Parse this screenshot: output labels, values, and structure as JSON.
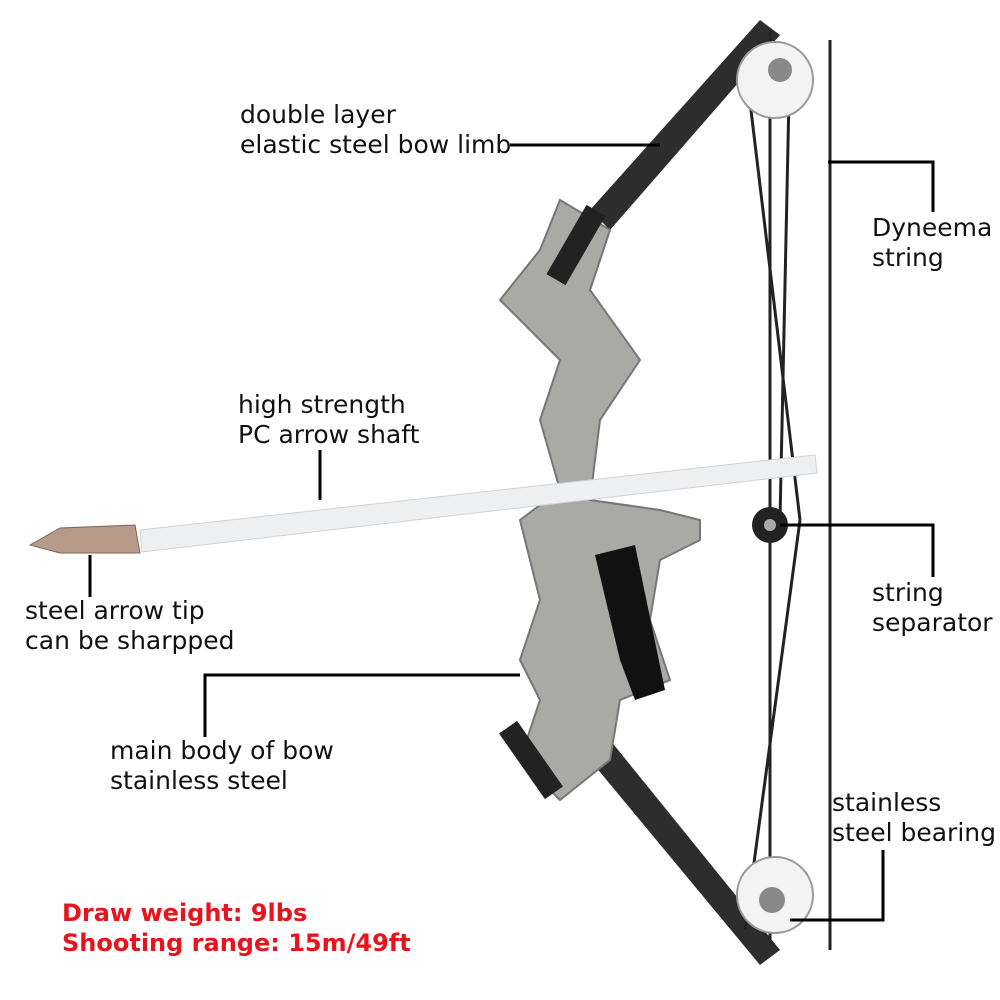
{
  "labels": {
    "limb": [
      "double layer",
      "elastic steel bow limb"
    ],
    "string": [
      "Dyneema",
      "string"
    ],
    "shaft": [
      "high strength",
      "PC arrow shaft"
    ],
    "tip": [
      "steel arrow tip",
      "can be sharpped"
    ],
    "separator": [
      "string",
      "separator"
    ],
    "body": [
      "main body of bow",
      "stainless steel"
    ],
    "bearing": [
      "stainless",
      "steel bearing"
    ]
  },
  "specs": [
    "Draw weight: 9lbs",
    "Shooting range: 15m/49ft"
  ],
  "colors": {
    "spec_text": "#e8141c",
    "label_text": "#111111",
    "steel": "#a9a9a6",
    "limb": "#2a2a2a"
  }
}
